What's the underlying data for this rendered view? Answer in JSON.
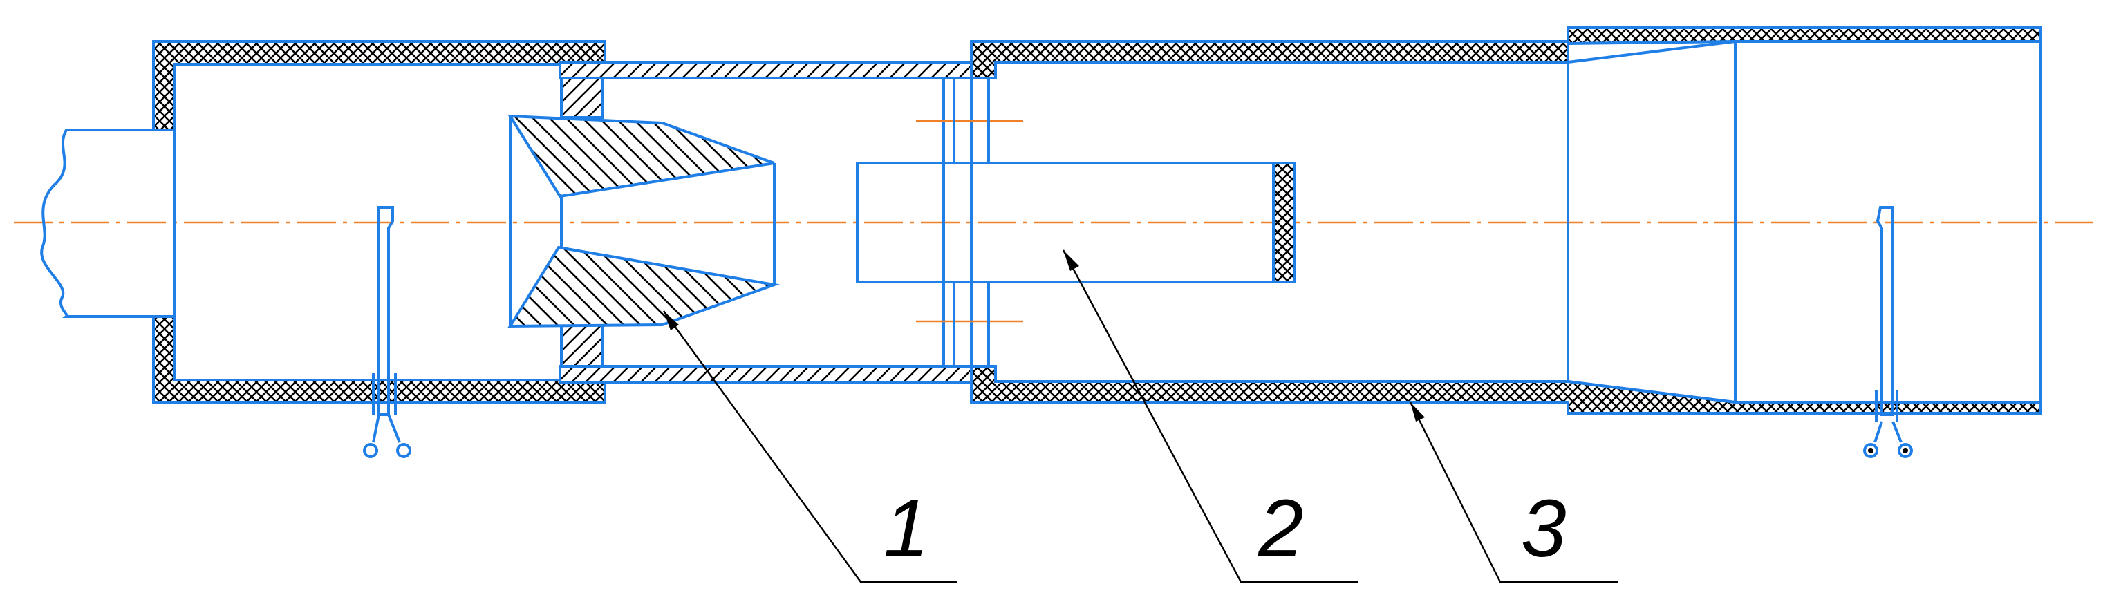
{
  "labels": {
    "part_1": "1",
    "part_2": "2",
    "part_3": "3"
  },
  "colors": {
    "outline": "#1f7fe6",
    "axis": "#f0812a",
    "hatch": "#000000",
    "leader": "#000000"
  }
}
